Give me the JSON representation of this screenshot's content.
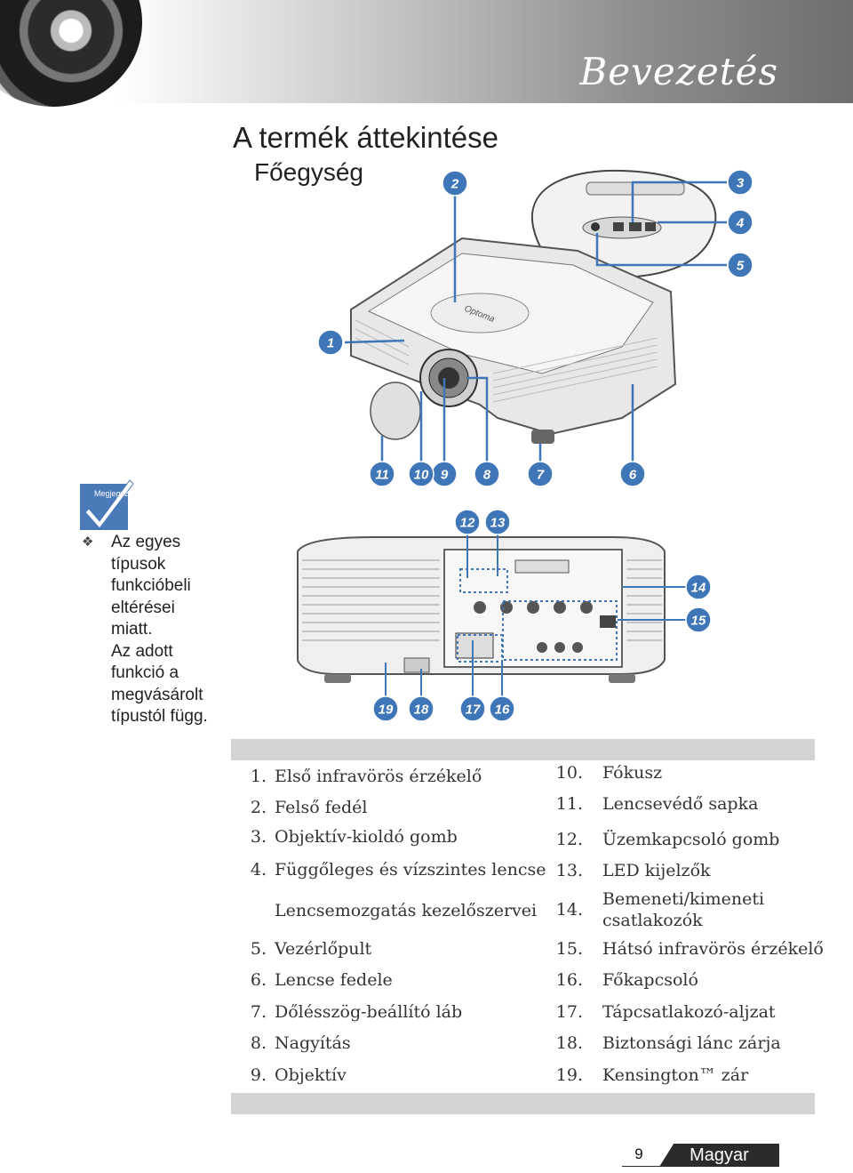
{
  "header": {
    "title": "Bevezetés"
  },
  "page": {
    "title": "A termék áttekintése",
    "subtitle": "Főegység"
  },
  "note": {
    "badge_label": "Megjegyzés",
    "lines": [
      "Az egyes",
      "típusok",
      "funkcióbeli",
      "eltérései",
      "miatt.",
      "Az adott",
      "funkció a",
      "megvásárolt",
      "típustól függ."
    ]
  },
  "callouts": {
    "top": [
      "1",
      "2",
      "3",
      "4",
      "5",
      "6",
      "7",
      "8",
      "9",
      "10",
      "11"
    ],
    "rear": [
      "12",
      "13",
      "14",
      "15",
      "16",
      "17",
      "18",
      "19"
    ]
  },
  "parts_left": [
    {
      "num": "1.",
      "name": "Első infravörös érzékelő"
    },
    {
      "num": "2.",
      "name": "Felső fedél"
    },
    {
      "num": "3.",
      "name": "Objektív-kioldó gomb"
    },
    {
      "num": "4.",
      "name": "Függőleges és vízszintes lencse"
    },
    {
      "num": "",
      "name": "Lencsemozgatás kezelőszervei"
    },
    {
      "num": "5.",
      "name": "Vezérlőpult"
    },
    {
      "num": "6.",
      "name": "Lencse fedele"
    },
    {
      "num": "7.",
      "name": "Dőlésszög-beállító láb"
    },
    {
      "num": "8.",
      "name": "Nagyítás"
    },
    {
      "num": "9.",
      "name": "Objektív"
    }
  ],
  "parts_right": [
    {
      "num": "10.",
      "name": "Fókusz"
    },
    {
      "num": "11.",
      "name": "Lencsevédő sapka"
    },
    {
      "num": "12.",
      "name": "Üzemkapcsoló gomb"
    },
    {
      "num": "13.",
      "name": "LED kijelzők"
    },
    {
      "num": "14.",
      "name": "Bemeneti/kimeneti",
      "name2": "csatlakozók"
    },
    {
      "num": "15.",
      "name": "Hátsó infravörös érzékelő"
    },
    {
      "num": "16.",
      "name": "Főkapcsoló"
    },
    {
      "num": "17.",
      "name": "Tápcsatlakozó-aljzat"
    },
    {
      "num": "18.",
      "name": "Biztonsági lánc zárja"
    },
    {
      "num": "19.",
      "name": "Kensington™ zár"
    }
  ],
  "footer": {
    "page_number": "9",
    "language": "Magyar"
  },
  "colors": {
    "callout": "#3f76b8",
    "table_bar": "#d3d3d3",
    "header_dark": "#6e6e6e"
  },
  "icons": [
    "lens-icon",
    "checkmark-icon",
    "diamond-bullet-icon"
  ]
}
